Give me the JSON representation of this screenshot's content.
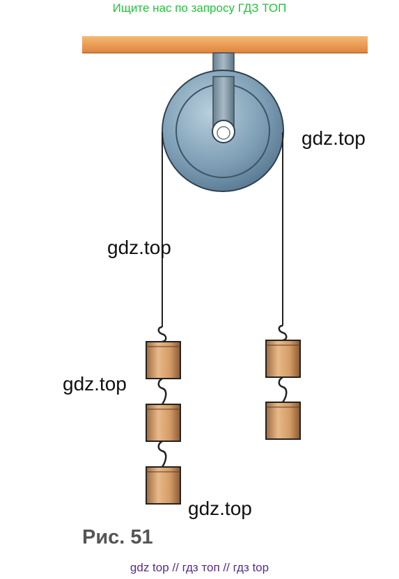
{
  "header": {
    "note": "Ищите нас по запросу ГДЗ ТОП"
  },
  "watermarks": [
    "gdz.top",
    "gdz.top",
    "gdz.top",
    "gdz.top"
  ],
  "figure": {
    "caption": "Рис. 51"
  },
  "footer": {
    "links": "gdz top  //  гдз топ  //  гдз top"
  },
  "diagram": {
    "left_weights": 3,
    "right_weights": 2
  },
  "colors": {
    "ceiling": "#f0a25a",
    "pulley": "#7fa0b8",
    "weight": "#cf9a6a",
    "watermark_green": "#22c33a",
    "footer_purple": "#5a2a8c"
  }
}
